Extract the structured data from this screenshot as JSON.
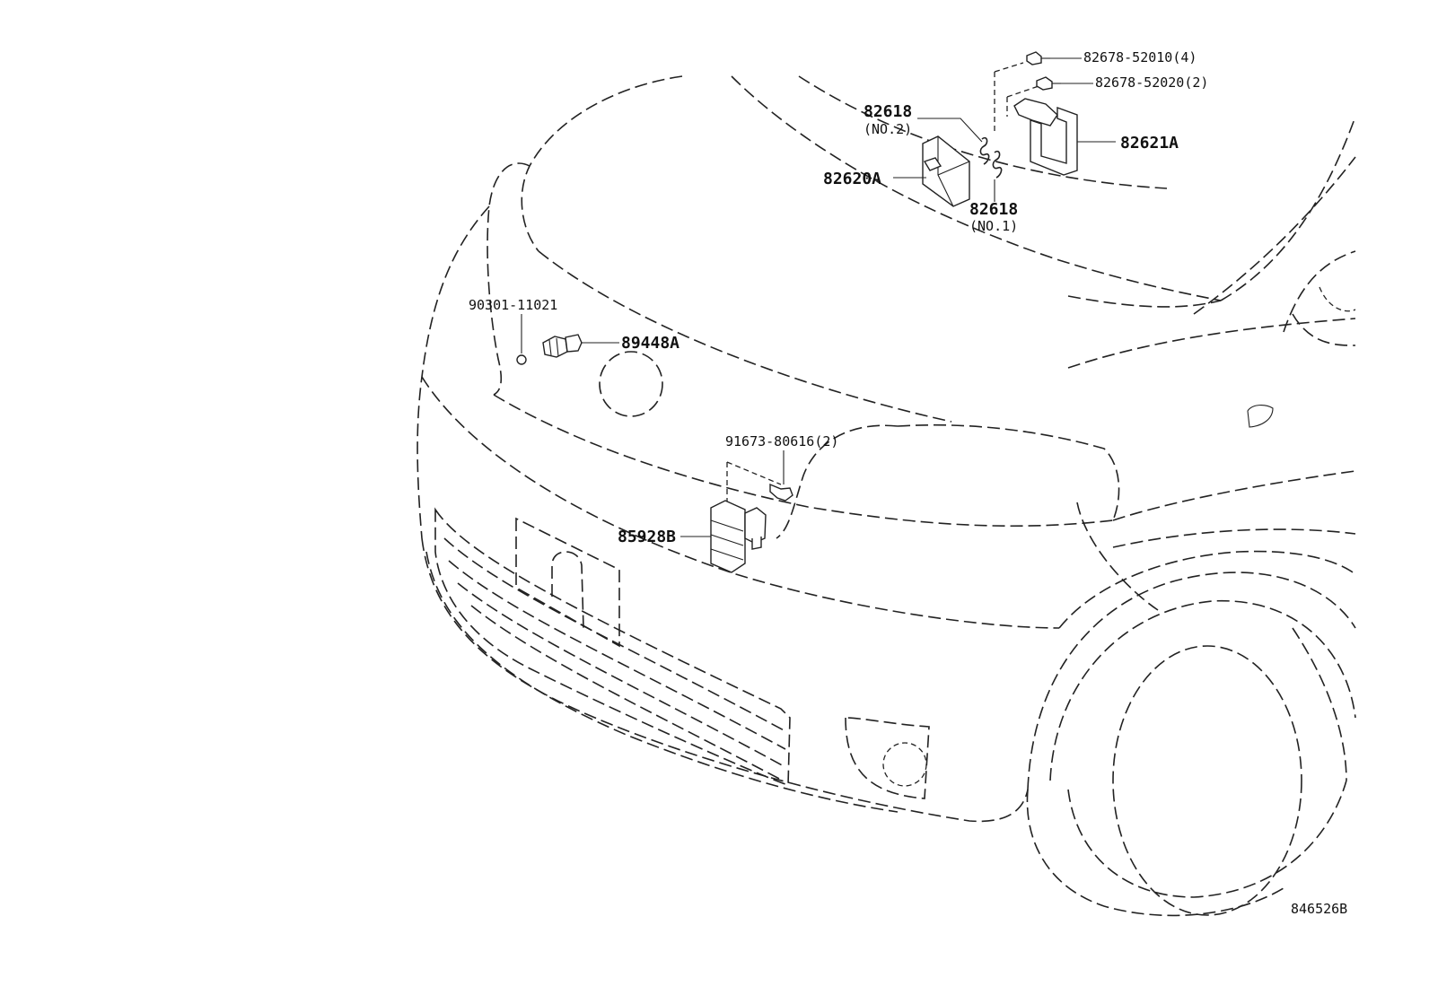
{
  "diagram": {
    "drawing_id": "846526B",
    "callouts": {
      "p82678_52010": "82678-52010(4)",
      "p82678_52020": "82678-52020(2)",
      "p82618_no2": "82618",
      "p82618_no2_sub": "(NO.2)",
      "p82620A": "82620A",
      "p82621A": "82621A",
      "p82618_no1": "82618",
      "p82618_no1_sub": "(NO.1)",
      "p90301_11021": "90301-11021",
      "p89448A": "89448A",
      "p91673_80616": "91673-80616(2)",
      "p85928B": "85928B"
    },
    "icons": [
      "bolt-icon",
      "bracket-icon",
      "ecu-module-icon",
      "clip-icon",
      "sensor-icon",
      "ring-icon",
      "connector-module-icon"
    ]
  }
}
